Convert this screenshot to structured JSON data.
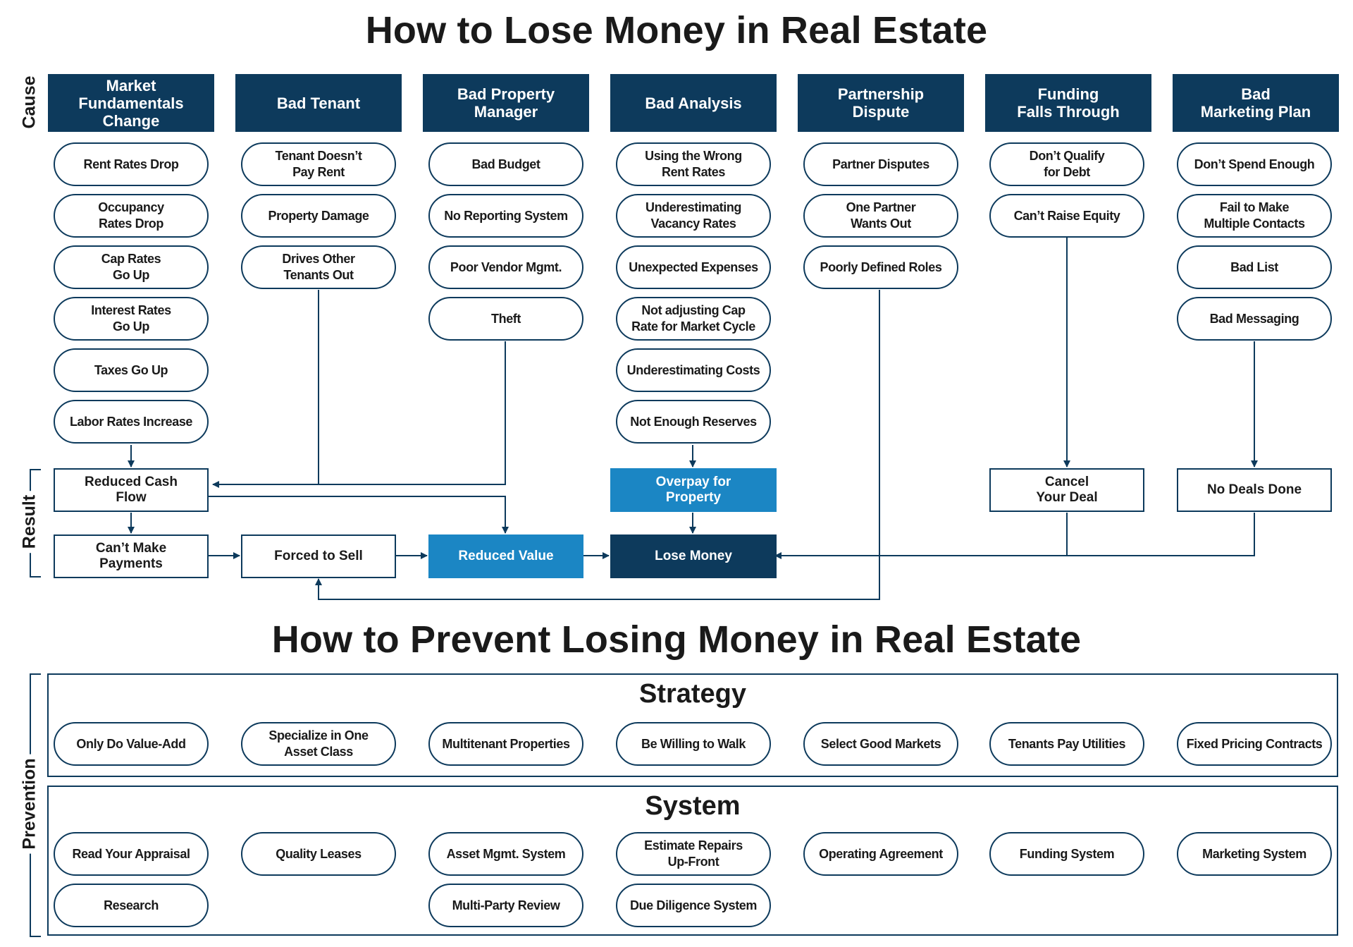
{
  "titles": {
    "top": "How to Lose Money in Real Estate",
    "bottom": "How to Prevent Losing Money in Real Estate"
  },
  "side_labels": {
    "cause": "Cause",
    "result": "Result",
    "prevention": "Prevention"
  },
  "colors": {
    "navy": "#0d3a5c",
    "blue": "#1b86c4",
    "text": "#1a1a1a"
  },
  "causes": [
    {
      "header": "Market\nFundamentals\nChange",
      "items": [
        "Rent Rates Drop",
        "Occupancy\nRates Drop",
        "Cap Rates\nGo Up",
        "Interest Rates\nGo Up",
        "Taxes Go Up",
        "Labor Rates Increase"
      ]
    },
    {
      "header": "Bad Tenant",
      "items": [
        "Tenant Doesn’t\nPay Rent",
        "Property Damage",
        "Drives Other\nTenants Out"
      ]
    },
    {
      "header": "Bad Property\nManager",
      "items": [
        "Bad Budget",
        "No Reporting System",
        "Poor Vendor Mgmt.",
        "Theft"
      ]
    },
    {
      "header": "Bad Analysis",
      "items": [
        "Using the Wrong\nRent Rates",
        "Underestimating\nVacancy Rates",
        "Unexpected Expenses",
        "Not adjusting Cap\nRate for Market Cycle",
        "Underestimating Costs",
        "Not Enough Reserves"
      ]
    },
    {
      "header": "Partnership\nDispute",
      "items": [
        "Partner Disputes",
        "One Partner\nWants Out",
        "Poorly Defined Roles"
      ]
    },
    {
      "header": "Funding\nFalls Through",
      "items": [
        "Don’t Qualify\nfor Debt",
        "Can’t Raise Equity"
      ]
    },
    {
      "header": "Bad\nMarketing Plan",
      "items": [
        "Don’t Spend Enough",
        "Fail to Make\nMultiple Contacts",
        "Bad List",
        "Bad Messaging"
      ]
    }
  ],
  "results": {
    "reduced_cash_flow": "Reduced Cash\nFlow",
    "cant_make_payments": "Can’t Make\nPayments",
    "forced_to_sell": "Forced to Sell",
    "reduced_value": "Reduced Value",
    "overpay": "Overpay for\nProperty",
    "lose_money": "Lose Money",
    "cancel_deal": "Cancel\nYour Deal",
    "no_deals": "No Deals Done"
  },
  "prevention": {
    "strategy": {
      "title": "Strategy",
      "items": [
        "Only Do Value-Add",
        "Specialize in One\nAsset Class",
        "Multitenant Properties",
        "Be Willing to Walk",
        "Select Good Markets",
        "Tenants Pay Utilities",
        "Fixed Pricing Contracts"
      ]
    },
    "system": {
      "title": "System",
      "row1": [
        "Read Your Appraisal",
        "Quality Leases",
        "Asset Mgmt. System",
        "Estimate Repairs\nUp-Front",
        "Operating Agreement",
        "Funding System",
        "Marketing System"
      ],
      "row2": [
        "Research",
        "",
        "Multi-Party Review",
        "Due Diligence System",
        "",
        "",
        ""
      ]
    }
  }
}
